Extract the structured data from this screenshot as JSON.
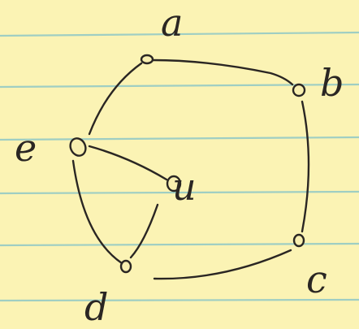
{
  "diagram": {
    "type": "graph",
    "colors": {
      "paper": "#fbf3b4",
      "ruled_line": "#8fc8c6",
      "ink": "#2a2623"
    },
    "vertices": [
      {
        "id": "a",
        "label": "a"
      },
      {
        "id": "b",
        "label": "b"
      },
      {
        "id": "c",
        "label": "c"
      },
      {
        "id": "d",
        "label": "d"
      },
      {
        "id": "e",
        "label": "e"
      },
      {
        "id": "u",
        "label": "u"
      }
    ],
    "edges": [
      {
        "from": "a",
        "to": "b"
      },
      {
        "from": "a",
        "to": "e"
      },
      {
        "from": "b",
        "to": "c"
      },
      {
        "from": "c",
        "to": "d"
      },
      {
        "from": "d",
        "to": "e"
      },
      {
        "from": "d",
        "to": "u"
      },
      {
        "from": "e",
        "to": "u"
      }
    ]
  }
}
